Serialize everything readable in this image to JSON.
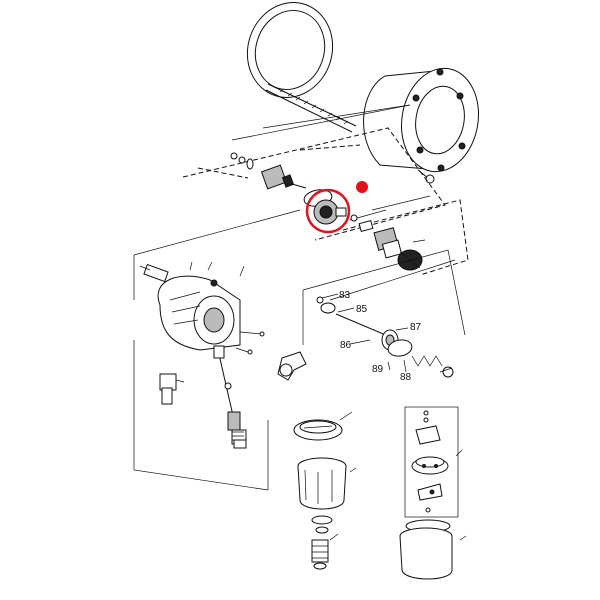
{
  "callouts": {
    "c83": "83",
    "c85": "85",
    "c86": "86",
    "c87": "87",
    "c88": "88",
    "c89": "89"
  },
  "highlight": {
    "circle_color": "#e0121b",
    "dot_color": "#e0121b"
  },
  "icons": [
    "part-highlight-circle",
    "selection-dot"
  ]
}
